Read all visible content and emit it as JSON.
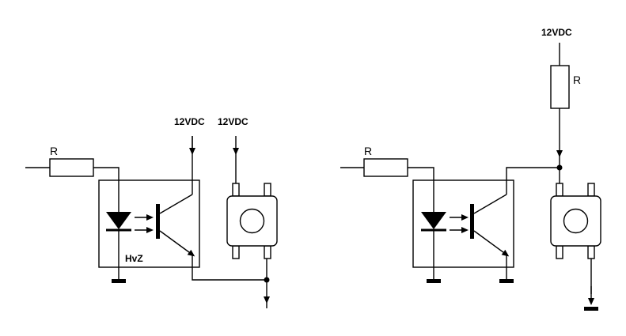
{
  "circuit_a": {
    "resistor_label": "R",
    "supply_1": "12VDC",
    "supply_2": "12VDC",
    "optocoupler_label": "HvZ"
  },
  "circuit_b": {
    "resistor_label": "R",
    "supply": "12VDC",
    "pullup_resistor_label": "R"
  }
}
